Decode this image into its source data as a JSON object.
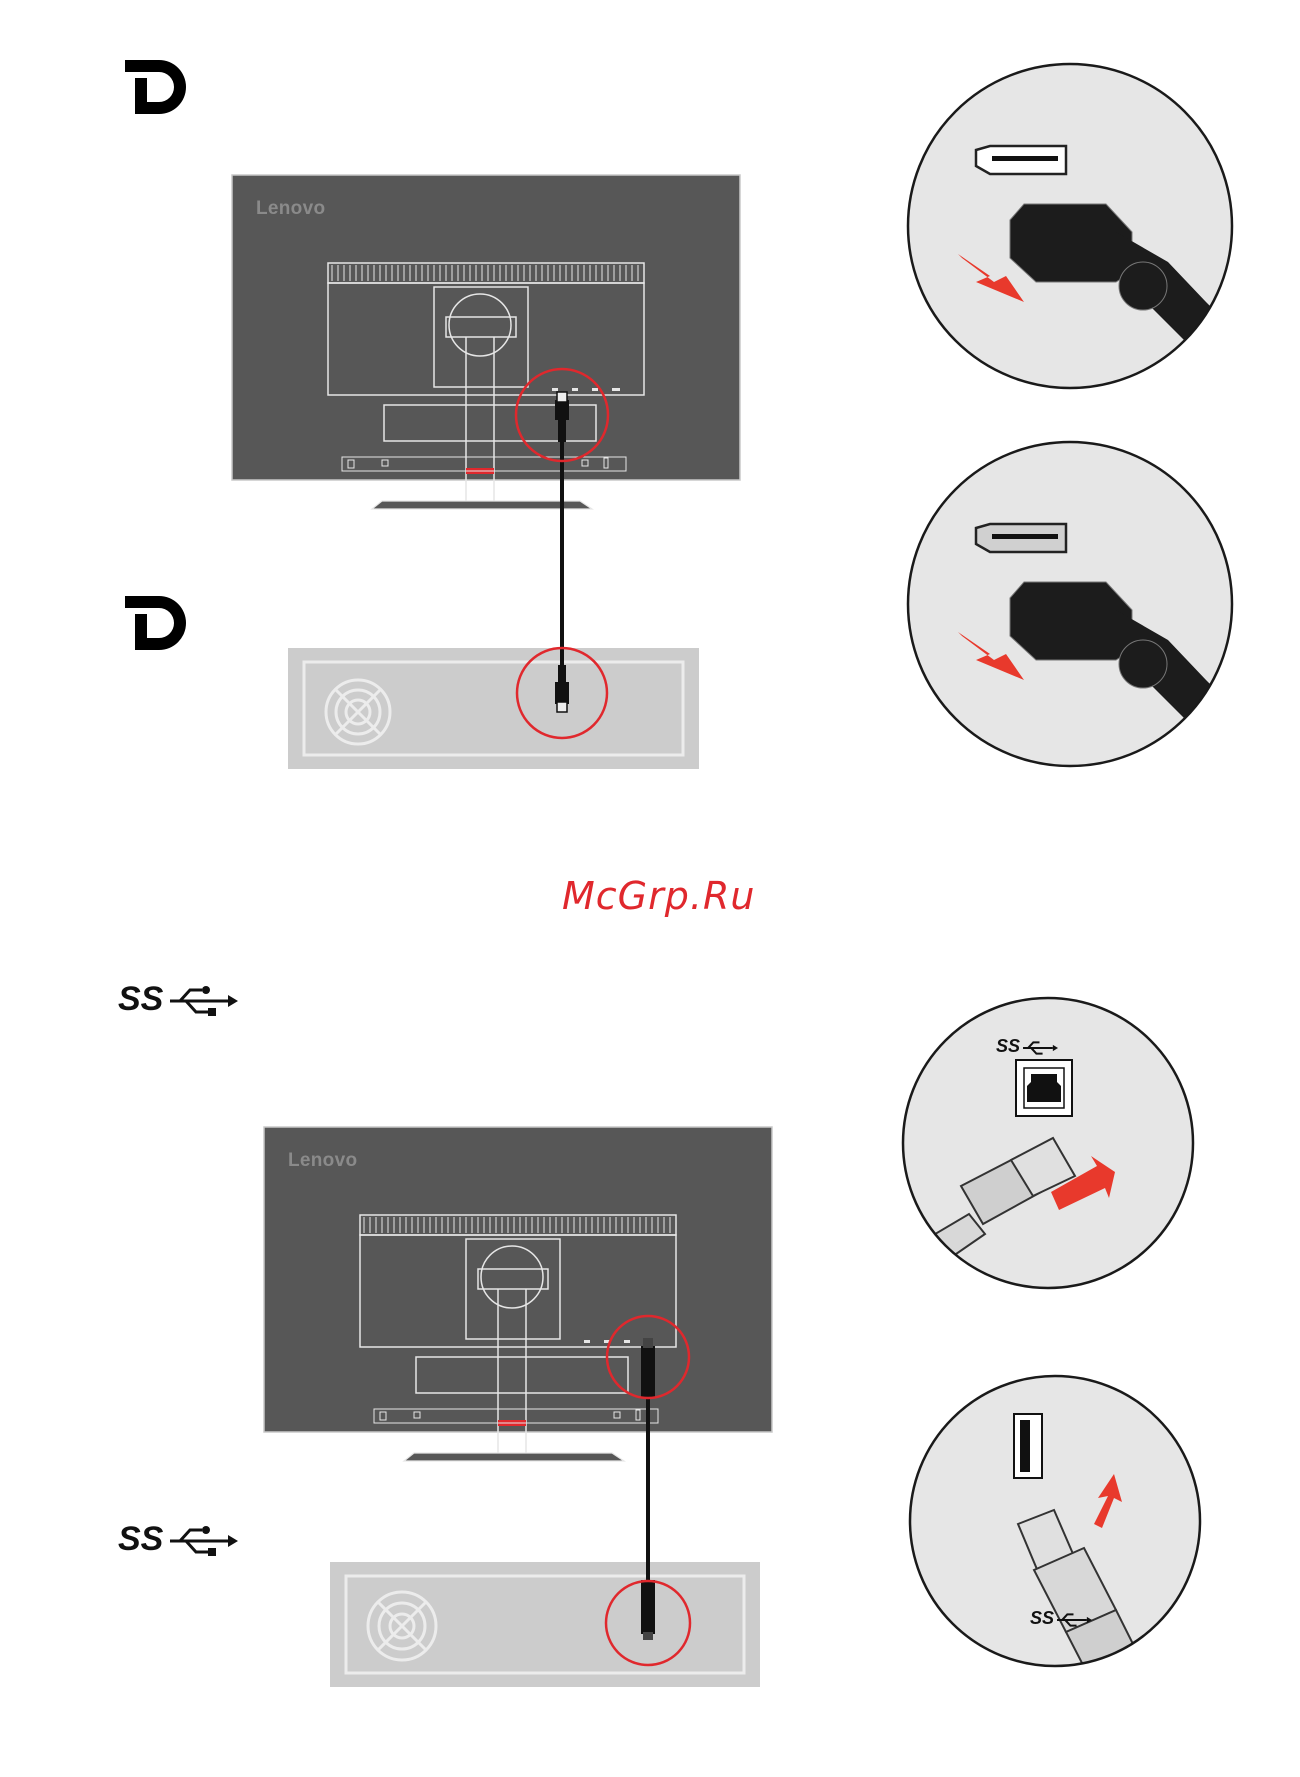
{
  "brand": "Lenovo",
  "watermark": "McGrp.Ru",
  "colors": {
    "monitor_body": "#575757",
    "pc_panel": "#cccccc",
    "callout_ring": "#e0282d",
    "arrow": "#e8392c",
    "watermark": "#e0282d",
    "cable": "#111111"
  },
  "icons": {
    "displayport": "displayport-logo-icon",
    "usb_superspeed": "usb-superspeed-logo-icon"
  },
  "usb_logo_text": "SS"
}
